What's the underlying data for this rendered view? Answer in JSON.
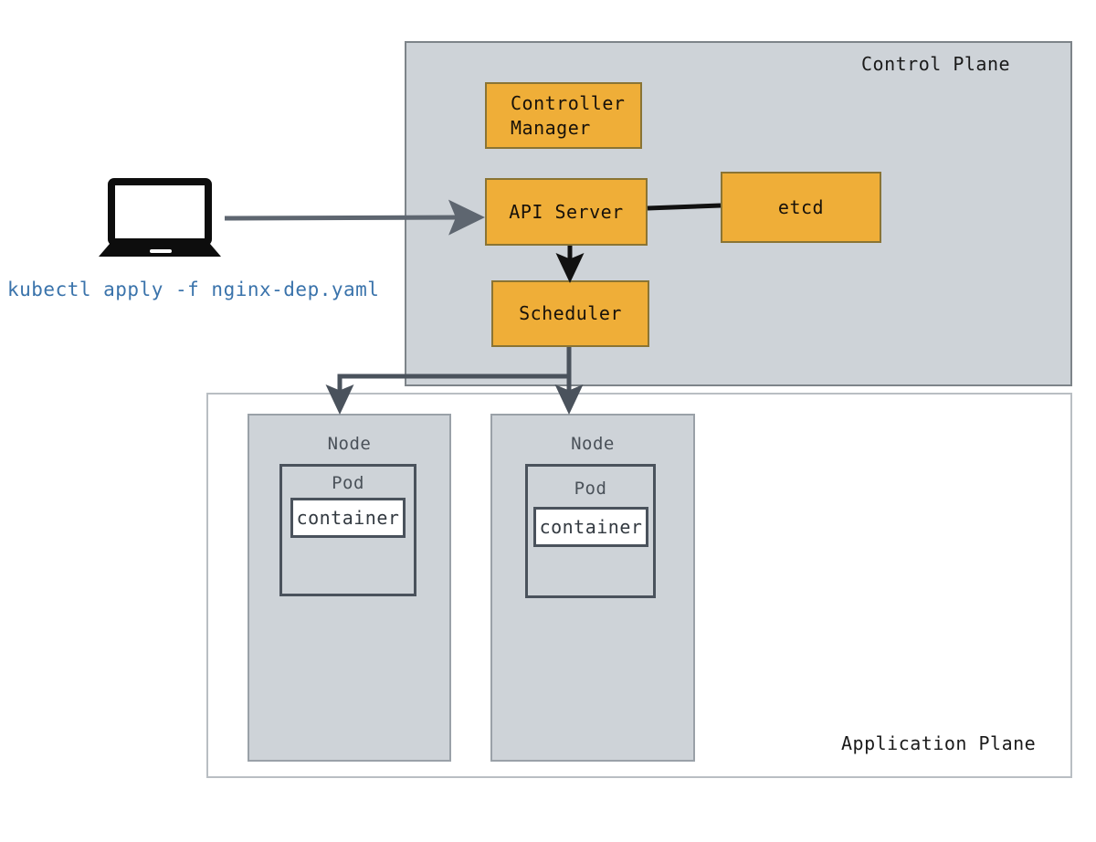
{
  "diagram": {
    "title": "Kubernetes Control Plane and Application Plane architecture",
    "colors": {
      "plane_fill": "#ced3d8",
      "component_fill": "#efae38",
      "component_border": "#8a7434",
      "plane_border": "#7d8489",
      "app_plane_border": "#b9bec3",
      "pod_border": "#4a525c",
      "container_fill": "#ffffff",
      "arrow_dark": "#111111",
      "arrow_grey": "#5e6670",
      "command_text": "#3a73ab",
      "background": "#ffffff"
    }
  },
  "control_plane": {
    "label": "Control Plane",
    "components": [
      {
        "id": "controller-manager",
        "label": "Controller\nManager"
      },
      {
        "id": "api-server",
        "label": "API Server"
      },
      {
        "id": "etcd",
        "label": "etcd"
      },
      {
        "id": "scheduler",
        "label": "Scheduler"
      }
    ]
  },
  "application_plane": {
    "label": "Application Plane",
    "nodes": [
      {
        "id": "node-1",
        "label": "Node",
        "pod": {
          "label": "Pod",
          "container": {
            "label": "container"
          }
        }
      },
      {
        "id": "node-2",
        "label": "Node",
        "pod": {
          "label": "Pod",
          "container": {
            "label": "container"
          }
        }
      }
    ]
  },
  "client": {
    "icon": "laptop-icon",
    "command": "kubectl apply -f nginx-dep.yaml"
  },
  "connections": [
    {
      "id": "client-to-api-server",
      "from": "laptop",
      "to": "api-server",
      "style": "arrow",
      "color": "#5e6670"
    },
    {
      "id": "api-server-to-etcd",
      "from": "api-server",
      "to": "etcd",
      "style": "line",
      "color": "#111111"
    },
    {
      "id": "api-server-to-scheduler",
      "from": "api-server",
      "to": "scheduler",
      "style": "arrow",
      "color": "#111111"
    },
    {
      "id": "scheduler-to-node-1",
      "from": "scheduler",
      "to": "node-1",
      "style": "arrow",
      "color": "#4a525c"
    },
    {
      "id": "scheduler-to-node-2",
      "from": "scheduler",
      "to": "node-2",
      "style": "arrow",
      "color": "#4a525c"
    }
  ]
}
